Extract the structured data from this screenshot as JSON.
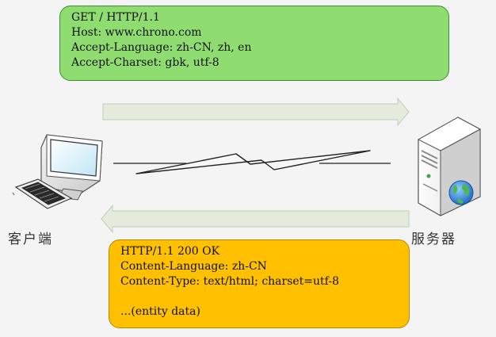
{
  "request": {
    "lines": [
      "GET / HTTP/1.1",
      "Host: www.chrono.com",
      "Accept-Language: zh-CN, zh, en",
      "Accept-Charset: gbk, utf-8"
    ]
  },
  "response": {
    "lines": [
      "HTTP/1.1 200 OK",
      "Content-Language: zh-CN",
      "Content-Type: text/html; charset=utf-8",
      "...(entity data)"
    ]
  },
  "client": {
    "label": "客户端",
    "icon": "desktop-computer-icon"
  },
  "server": {
    "label": "服务器",
    "icon": "server-globe-icon"
  },
  "colors": {
    "request_fill": "#8fdc70",
    "response_fill": "#ffc000",
    "arrow_fill": "#e4ebdc",
    "background": "#f4f4f4"
  }
}
